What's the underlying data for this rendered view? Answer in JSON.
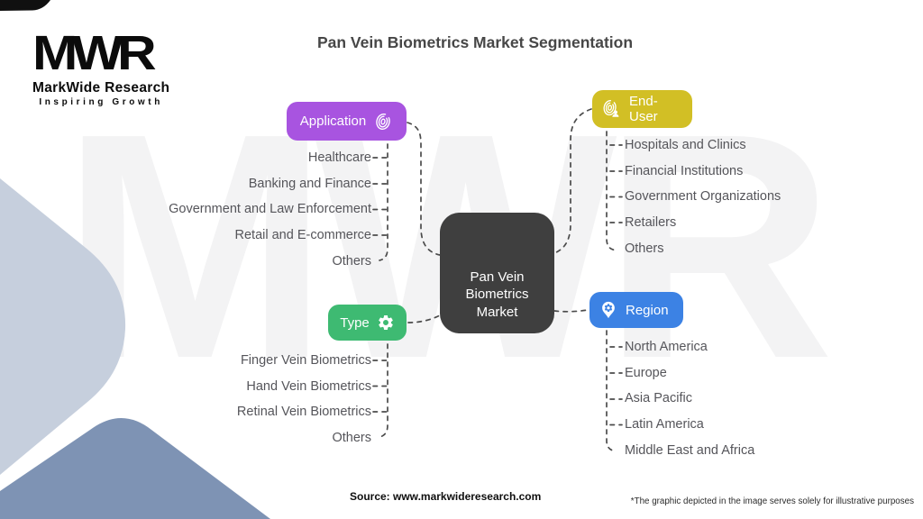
{
  "title": "Pan Vein Biometrics Market Segmentation",
  "watermark": "MWR",
  "logo": {
    "brand": "MWR",
    "name": "MarkWide Research",
    "tagline": "Inspiring Growth"
  },
  "center": {
    "label": "Pan Vein Biometrics Market",
    "color": "#3f3f3f"
  },
  "branches": [
    {
      "id": "application",
      "label": "Application",
      "color": "#a854e0",
      "icon": "fingerprint-icon",
      "items": [
        "Healthcare",
        "Banking and Finance",
        "Government and Law Enforcement",
        "Retail and E-commerce",
        "Others"
      ]
    },
    {
      "id": "end-user",
      "label": "End-User",
      "color": "#d2bf25",
      "icon": "fingerprint-user-icon",
      "items": [
        "Hospitals and Clinics",
        "Financial Institutions",
        "Government Organizations",
        "Retailers",
        "Others"
      ]
    },
    {
      "id": "type",
      "label": "Type",
      "color": "#3eba72",
      "icon": "gear-icon",
      "items": [
        "Finger Vein Biometrics",
        "Hand Vein Biometrics",
        "Retinal Vein Biometrics",
        "Others"
      ]
    },
    {
      "id": "region",
      "label": "Region",
      "color": "#3c82e4",
      "icon": "map-pin-gear-icon",
      "items": [
        "North America",
        "Europe",
        "Asia Pacific",
        "Latin America",
        "Middle East and Africa"
      ]
    }
  ],
  "footer": {
    "source": "Source: www.markwideresearch.com",
    "disclaimer": "*The graphic depicted in the image serves solely for illustrative purposes"
  }
}
